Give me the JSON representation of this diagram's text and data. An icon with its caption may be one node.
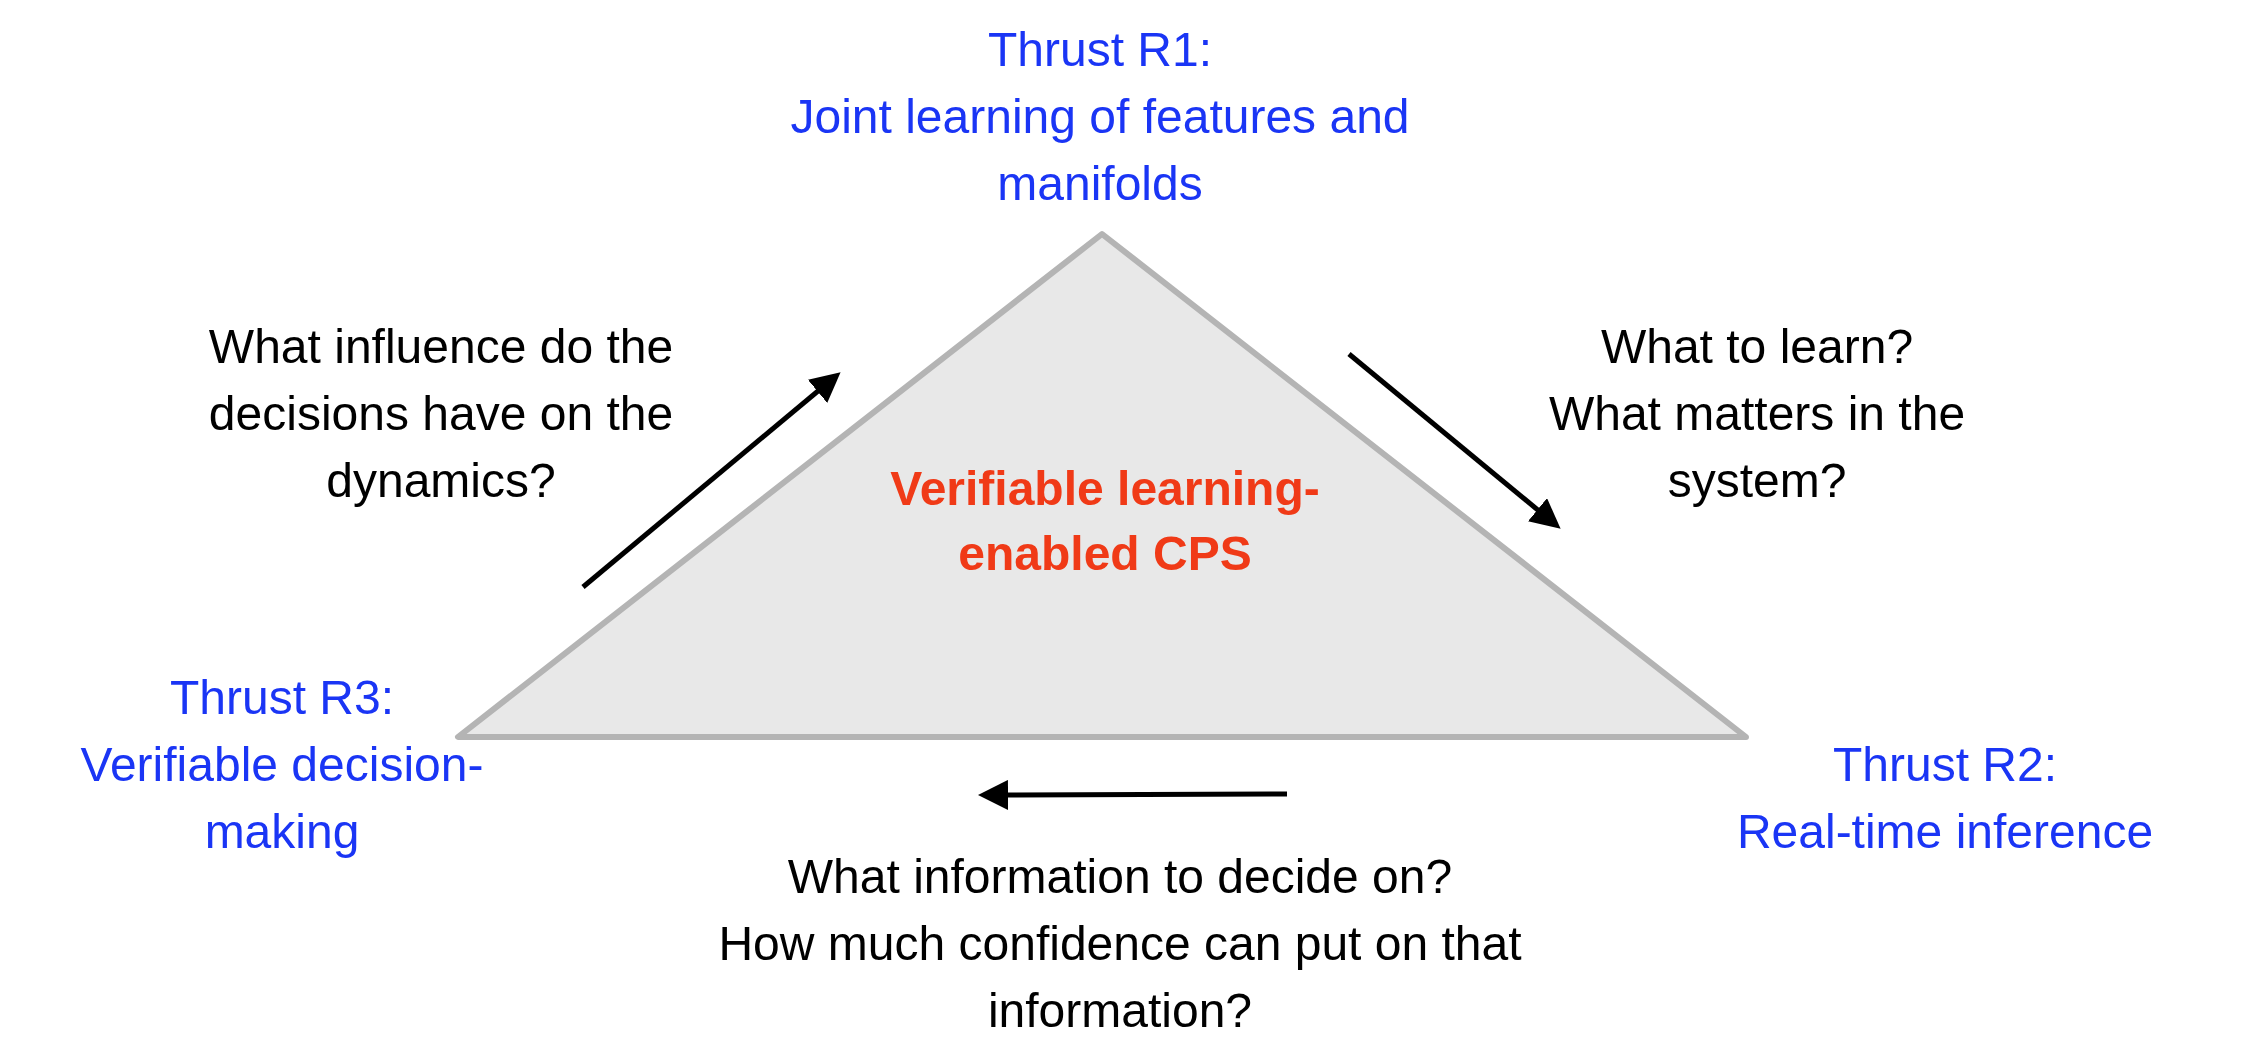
{
  "diagram": {
    "nodes": [
      {
        "text": [
          "Verifiable learning-enabled CPS"
        ]
      }
    ],
    "labels": [
      "Thrust R1:",
      "Joint learning of features and manifolds",
      "What influence do the decisions have on the dynamics?",
      "What to learn?",
      "What matters in the system?",
      "Thrust R3:",
      "Verifiable decision-making",
      "Thrust R2:",
      "Real-time inference",
      "What information to decide on?",
      "How much confidence can put on that information?"
    ]
  }
}
